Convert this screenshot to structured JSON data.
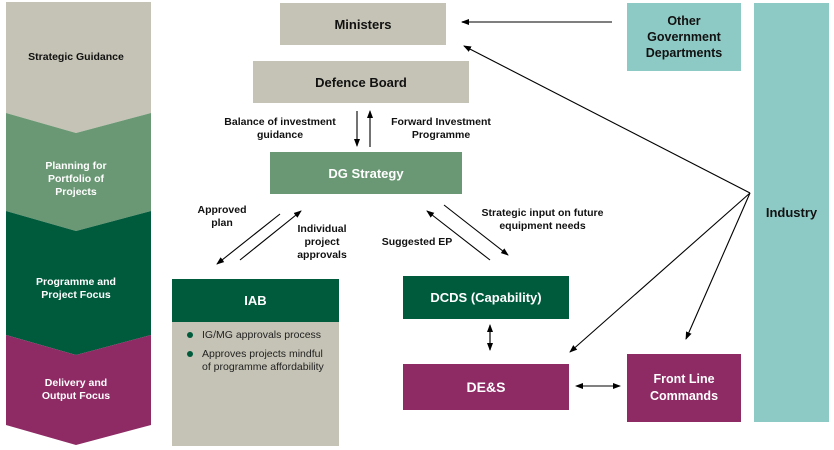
{
  "phases": [
    {
      "label": "Strategic Guidance",
      "color": "#c5c3b5"
    },
    {
      "label": "Planning for Portfolio of Projects",
      "color": "#6a9874"
    },
    {
      "label": "Programme and Project Focus",
      "color": "#005a3c"
    },
    {
      "label": "Delivery and Output Focus",
      "color": "#8e2a64"
    }
  ],
  "nodes": {
    "ministers": "Ministers",
    "defence_board": "Defence Board",
    "dg_strategy": "DG Strategy",
    "iab": "IAB",
    "dcds": "DCDS (Capability)",
    "des": "DE&S",
    "front_line": "Front Line Commands",
    "ogd": "Other Government Departments",
    "industry": "Industry"
  },
  "iab_points": [
    "IG/MG approvals process",
    "Approves projects mindful of programme affordability"
  ],
  "edge_labels": {
    "balance": "Balance of investment guidance",
    "forward": "Forward Investment Programme",
    "approved_plan": "Approved plan",
    "individual": "Individual project approvals",
    "suggested_ep": "Suggested EP",
    "strategic_input": "Strategic input on future equipment needs"
  },
  "colors": {
    "beige": "#c5c3b5",
    "mid_green": "#6a9874",
    "dark_green": "#005a3c",
    "purple": "#8e2a64",
    "teal": "#8ecac5"
  }
}
